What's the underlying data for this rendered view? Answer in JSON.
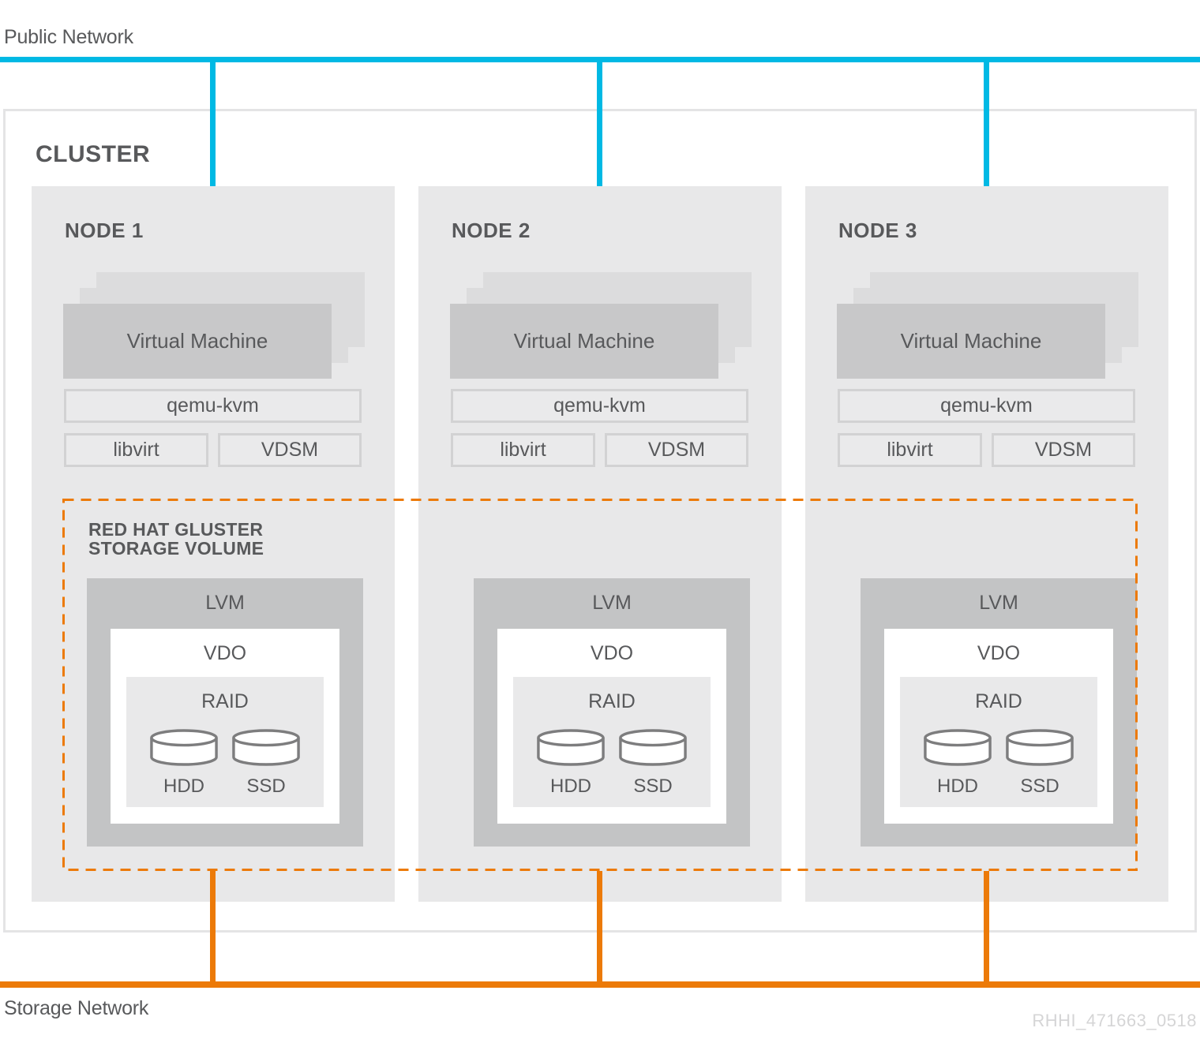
{
  "colors": {
    "public_network": "#00b9e4",
    "storage_network": "#ec7a08",
    "gluster_border": "#ec7a08",
    "text": "#58595b",
    "node_bg": "#e8e8e9",
    "vm_front": "#c8c8c9",
    "vm_back": "#dcdcdd",
    "box_fill": "#eaeaeb",
    "box_border": "#d2d2d3",
    "lvm_bg": "#c3c4c5",
    "vdo_bg": "#ffffff",
    "raid_bg": "#e9e9ea",
    "cluster_border": "#e4e4e5",
    "disk_stroke": "#7d7d7e",
    "watermark": "#d5d5d6"
  },
  "public_network": {
    "label": "Public Network"
  },
  "storage_network": {
    "label": "Storage Network"
  },
  "cluster": {
    "title": "CLUSTER"
  },
  "gluster_volume": {
    "label_line1": "RED HAT GLUSTER",
    "label_line2": "STORAGE VOLUME"
  },
  "nodes": [
    {
      "title": "NODE 1",
      "vm": "Virtual Machine",
      "qemu": "qemu-kvm",
      "libvirt": "libvirt",
      "vdsm": "VDSM",
      "lvm": "LVM",
      "vdo": "VDO",
      "raid": "RAID",
      "hdd": "HDD",
      "ssd": "SSD"
    },
    {
      "title": "NODE 2",
      "vm": "Virtual Machine",
      "qemu": "qemu-kvm",
      "libvirt": "libvirt",
      "vdsm": "VDSM",
      "lvm": "LVM",
      "vdo": "VDO",
      "raid": "RAID",
      "hdd": "HDD",
      "ssd": "SSD"
    },
    {
      "title": "NODE 3",
      "vm": "Virtual Machine",
      "qemu": "qemu-kvm",
      "libvirt": "libvirt",
      "vdsm": "VDSM",
      "lvm": "LVM",
      "vdo": "VDO",
      "raid": "RAID",
      "hdd": "HDD",
      "ssd": "SSD"
    }
  ],
  "watermark": "RHHI_471663_0518"
}
